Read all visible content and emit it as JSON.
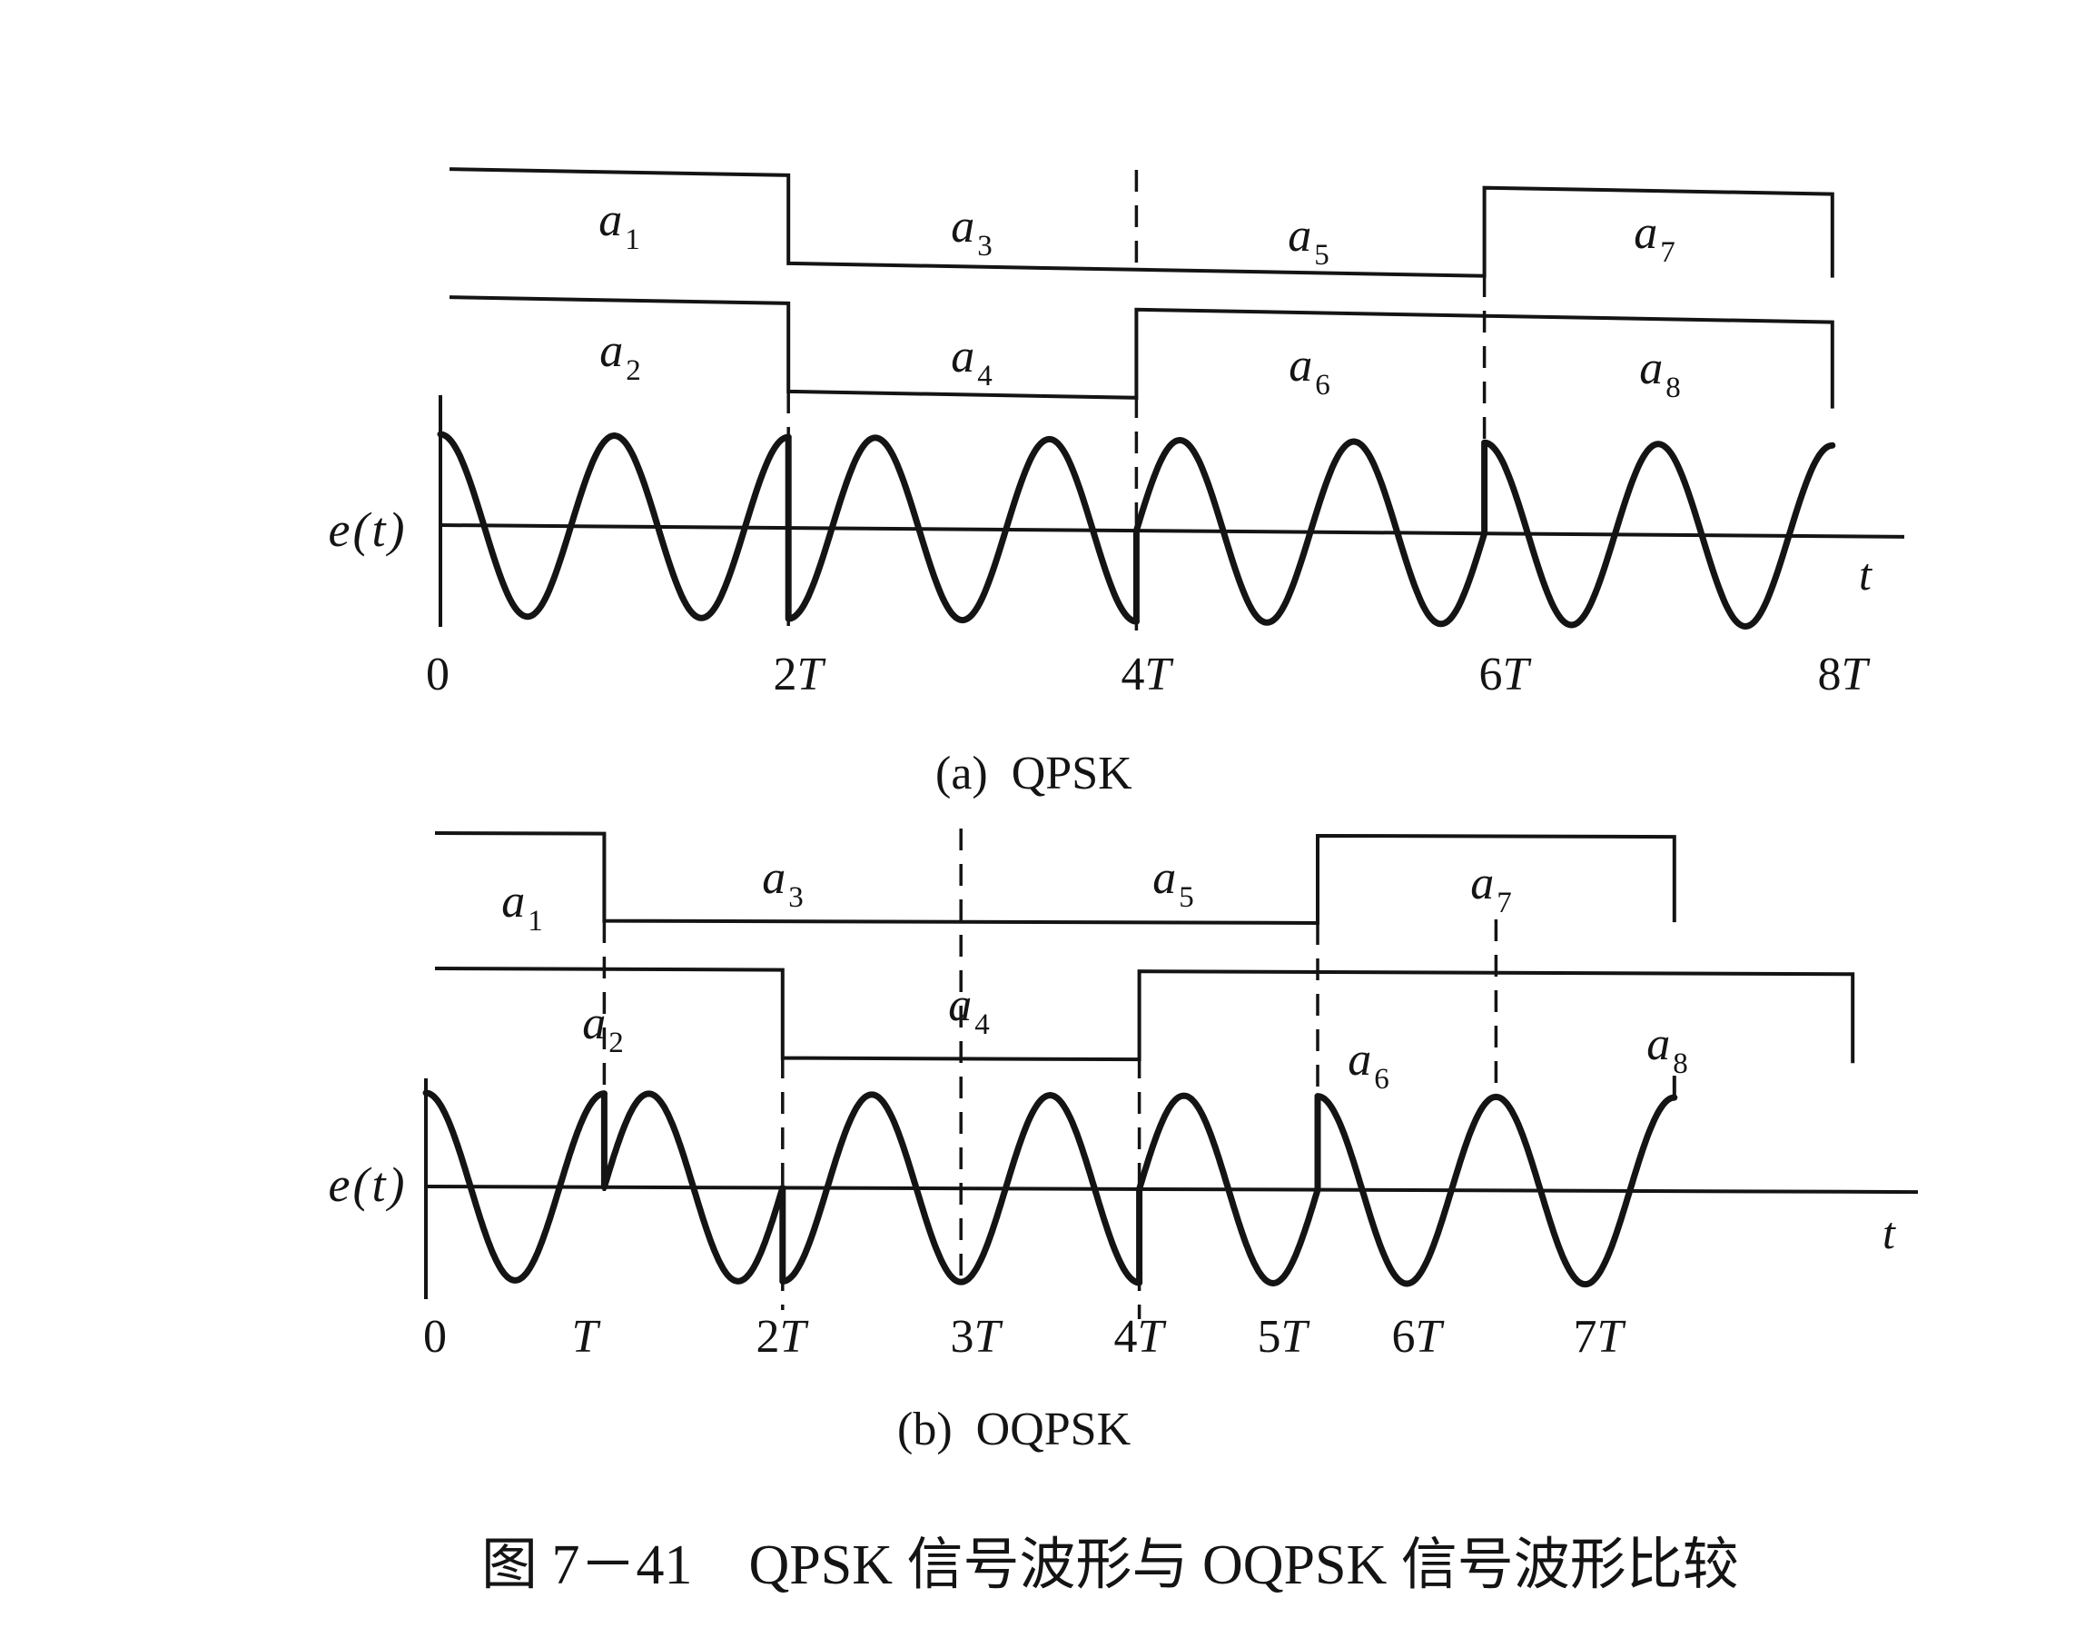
{
  "figure": {
    "caption": "图 7－41　QPSK 信号波形与 OQPSK 信号波形比较",
    "ink_color": "#141414",
    "background_color": "#ffffff"
  },
  "chart_data": [
    {
      "type": "line",
      "id": "qpsk",
      "title": "QPSK",
      "subcaption_tag": "(a)",
      "subcaption_text": "QPSK",
      "ylabel": "e(t)",
      "xlabel": "t",
      "x_unit": "T",
      "xlim": [
        0,
        8
      ],
      "carrier_cycles_per_T": 1,
      "x_ticks": [
        {
          "value": 0,
          "coef": "0",
          "var": ""
        },
        {
          "value": 2,
          "coef": "2",
          "var": "T"
        },
        {
          "value": 4,
          "coef": "4",
          "var": "T"
        },
        {
          "value": 6,
          "coef": "6",
          "var": "T"
        },
        {
          "value": 8,
          "coef": "8",
          "var": "T"
        }
      ],
      "streams": [
        {
          "name": "odd",
          "symbols": [
            {
              "base": "a",
              "sub": "1",
              "start": 0,
              "end": 2,
              "level": 1
            },
            {
              "base": "a",
              "sub": "3",
              "start": 2,
              "end": 4,
              "level": -1
            },
            {
              "base": "a",
              "sub": "5",
              "start": 4,
              "end": 6,
              "level": -1
            },
            {
              "base": "a",
              "sub": "7",
              "start": 6,
              "end": 8,
              "level": 1
            }
          ]
        },
        {
          "name": "even",
          "symbols": [
            {
              "base": "a",
              "sub": "2",
              "start": 0,
              "end": 2,
              "level": 1
            },
            {
              "base": "a",
              "sub": "4",
              "start": 2,
              "end": 4,
              "level": -1
            },
            {
              "base": "a",
              "sub": "6",
              "start": 4,
              "end": 6,
              "level": 1
            },
            {
              "base": "a",
              "sub": "8",
              "start": 6,
              "end": 8,
              "level": 1
            }
          ]
        }
      ],
      "waveform_segments": [
        {
          "start": 0,
          "end": 2,
          "start_phase_deg": 0
        },
        {
          "start": 2,
          "end": 4,
          "start_phase_deg": 180
        },
        {
          "start": 4,
          "end": 6,
          "start_phase_deg": -90
        },
        {
          "start": 6,
          "end": 8,
          "start_phase_deg": 0
        }
      ],
      "dashed_markers": [
        2,
        4,
        6
      ]
    },
    {
      "type": "line",
      "id": "oqpsk",
      "title": "OQPSK",
      "subcaption_tag": "(b)",
      "subcaption_text": "OQPSK",
      "ylabel": "e(t)",
      "xlabel": "t",
      "x_unit": "T",
      "xlim": [
        0,
        8
      ],
      "carrier_cycles_per_T": 1,
      "x_ticks": [
        {
          "value": 0,
          "coef": "0",
          "var": ""
        },
        {
          "value": 1,
          "coef": "",
          "var": "T"
        },
        {
          "value": 2,
          "coef": "2",
          "var": "T"
        },
        {
          "value": 3,
          "coef": "3",
          "var": "T"
        },
        {
          "value": 4,
          "coef": "4",
          "var": "T"
        },
        {
          "value": 5,
          "coef": "5",
          "var": "T"
        },
        {
          "value": 6,
          "coef": "6",
          "var": "T"
        },
        {
          "value": 7,
          "coef": "7",
          "var": "T"
        }
      ],
      "streams": [
        {
          "name": "odd",
          "symbols": [
            {
              "base": "a",
              "sub": "1",
              "start": 0,
              "end": 1,
              "level": 1
            },
            {
              "base": "a",
              "sub": "3",
              "start": 1,
              "end": 3,
              "level": -1
            },
            {
              "base": "a",
              "sub": "5",
              "start": 3,
              "end": 5,
              "level": -1
            },
            {
              "base": "a",
              "sub": "7",
              "start": 5,
              "end": 7,
              "level": 1
            }
          ]
        },
        {
          "name": "even",
          "symbols": [
            {
              "base": "a",
              "sub": "2",
              "start": 0,
              "end": 2,
              "level": 1
            },
            {
              "base": "a",
              "sub": "4",
              "start": 2,
              "end": 4,
              "level": -1
            },
            {
              "base": "a",
              "sub": "6",
              "start": 4,
              "end": 6,
              "level": 1
            },
            {
              "base": "a",
              "sub": "8",
              "start": 6,
              "end": 8,
              "level": 1
            }
          ]
        }
      ],
      "waveform_segments": [
        {
          "start": 0,
          "end": 1,
          "start_phase_deg": 0
        },
        {
          "start": 1,
          "end": 2,
          "start_phase_deg": -90
        },
        {
          "start": 2,
          "end": 4,
          "start_phase_deg": 180
        },
        {
          "start": 4,
          "end": 5,
          "start_phase_deg": -90
        },
        {
          "start": 5,
          "end": 7,
          "start_phase_deg": 0
        }
      ],
      "dashed_markers": [
        1,
        2,
        3,
        4,
        5,
        6
      ]
    }
  ]
}
